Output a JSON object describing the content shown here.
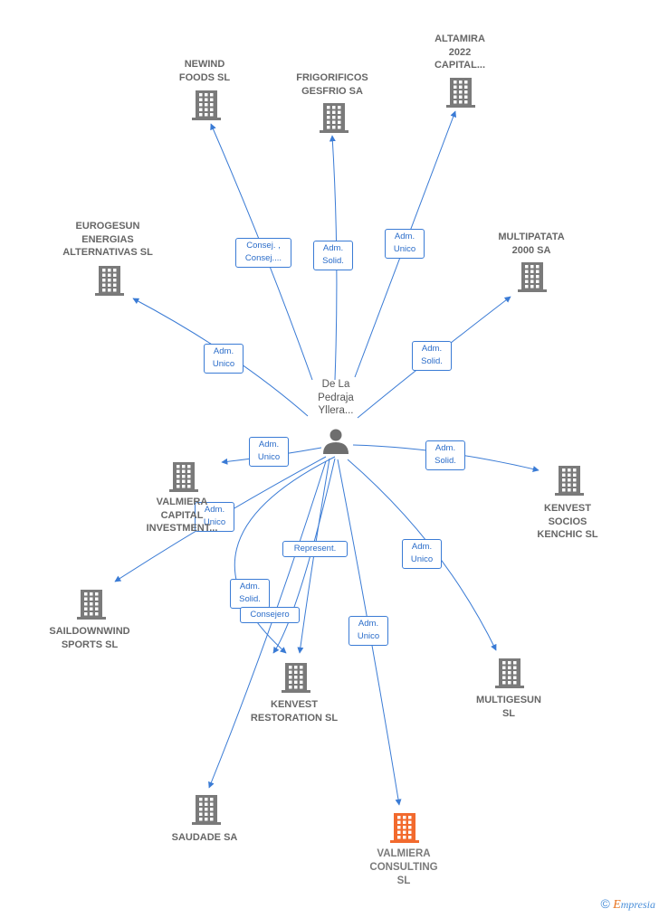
{
  "center": {
    "label": "De La\nPedraja\nYllera..."
  },
  "companies": [
    {
      "id": "newind",
      "label": "NEWIND\nFOODS  SL"
    },
    {
      "id": "frigorificos",
      "label": "FRIGORIFICOS\nGESFRIO SA"
    },
    {
      "id": "altamira",
      "label": "ALTAMIRA\n2022\nCAPITAL..."
    },
    {
      "id": "eurogesun",
      "label": "EUROGESUN\nENERGIAS\nALTERNATIVAS SL"
    },
    {
      "id": "multipatata",
      "label": "MULTIPATATA\n2000 SA"
    },
    {
      "id": "valmiera_cap",
      "label": "VALMIERA\nCAPITAL\nINVESTMENT..."
    },
    {
      "id": "kenvest_socios",
      "label": "KENVEST\nSOCIOS\nKENCHIC SL"
    },
    {
      "id": "saildownwind",
      "label": "SAILDOWNWIND\nSPORTS  SL"
    },
    {
      "id": "kenvest_rest",
      "label": "KENVEST\nRESTORATION SL"
    },
    {
      "id": "multigesun",
      "label": "MULTIGESUN\nSL"
    },
    {
      "id": "saudade",
      "label": "SAUDADE SA"
    },
    {
      "id": "valmiera_cons",
      "label": "VALMIERA\nCONSULTING\nSL",
      "highlight": true
    }
  ],
  "edges": [
    {
      "to": "newind",
      "label": "Consej. ,\nConsej...."
    },
    {
      "to": "frigorificos",
      "label": "Adm.\nSolid."
    },
    {
      "to": "altamira",
      "label": "Adm.\nUnico"
    },
    {
      "to": "eurogesun",
      "label": "Adm.\nUnico"
    },
    {
      "to": "multipatata",
      "label": "Adm.\nSolid."
    },
    {
      "to": "valmiera_cap",
      "label": "Adm.\nUnico"
    },
    {
      "to": "kenvest_socios",
      "label": "Adm.\nSolid."
    },
    {
      "to": "saildownwind",
      "label": "Adm.\nUnico"
    },
    {
      "to": "kenvest_rest",
      "label": "Adm.\nSolid."
    },
    {
      "to": "kenvest_rest",
      "label": "Consejero"
    },
    {
      "to": "kenvest_rest",
      "label": "Represent."
    },
    {
      "to": "multigesun",
      "label": "Adm.\nUnico"
    },
    {
      "to": "saudade",
      "label": ""
    },
    {
      "to": "valmiera_cons",
      "label": "Adm.\nUnico"
    }
  ],
  "colors": {
    "edge": "#3a7bd5",
    "building": "#7a7a7a",
    "highlight": "#f26a2e",
    "person": "#6e6e6e"
  },
  "icons": {
    "company": "building-icon",
    "person": "person-icon"
  },
  "brand": {
    "symbol": "©",
    "first": "E",
    "rest": "mpresia"
  }
}
